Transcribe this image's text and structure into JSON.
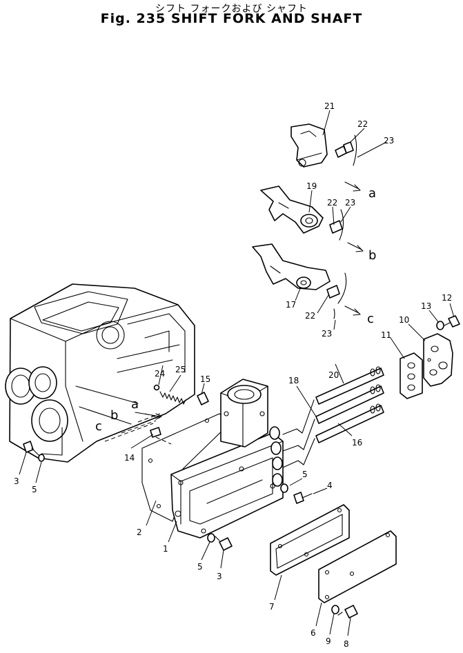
{
  "title_jp": "シフト フォークおよび シャフト",
  "title_en": "Fig. 235 SHIFT FORK AND SHAFT",
  "callouts": {
    "c1": "1",
    "c2": "2",
    "c3a": "3",
    "c3b": "3",
    "c4": "4",
    "c5a": "5",
    "c5b": "5",
    "c5c": "5",
    "c6": "6",
    "c7": "7",
    "c8": "8",
    "c9": "9",
    "c10": "10",
    "c11": "11",
    "c12": "12",
    "c13": "13",
    "c14": "14",
    "c15": "15",
    "c16": "16",
    "c17": "17",
    "c18": "18",
    "c19": "19",
    "c20": "20",
    "c21": "21",
    "c22a": "22",
    "c22b": "22",
    "c22c": "22",
    "c23a": "23",
    "c23b": "23",
    "c23c": "23",
    "c24": "24",
    "c25": "25"
  },
  "letters": {
    "a_fork": "a",
    "b_fork": "b",
    "c_fork": "c",
    "a_case": "a",
    "b_case": "b",
    "c_case": "c"
  }
}
